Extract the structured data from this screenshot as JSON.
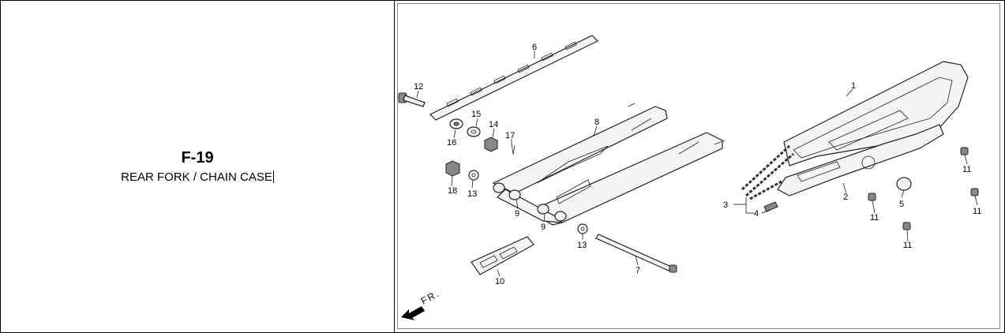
{
  "diagram": {
    "code": "F-19",
    "title": "REAR FORK / CHAIN CASE",
    "direction_label": "FR.",
    "callouts": [
      "1",
      "2",
      "3",
      "4",
      "5",
      "6",
      "7",
      "8",
      "9",
      "9",
      "10",
      "11",
      "11",
      "11",
      "11",
      "12",
      "13",
      "13",
      "14",
      "15",
      "16",
      "17",
      "18"
    ]
  }
}
